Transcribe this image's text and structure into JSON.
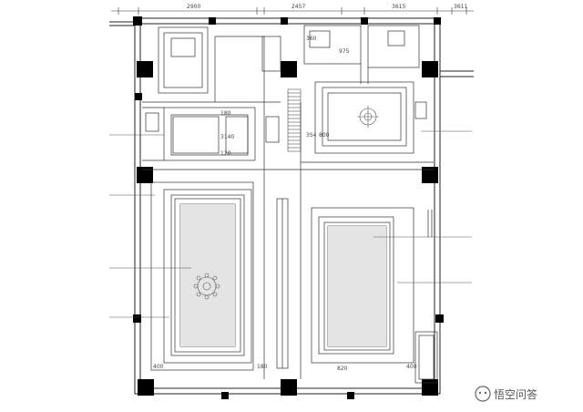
{
  "drawing": {
    "top_dimensions": [
      "2900",
      "2457",
      "3615",
      "3611"
    ],
    "inner_labels": {
      "top_mid": "975",
      "left_v1": "180",
      "left_v2": "3140",
      "left_v3": "120",
      "mid_label": "3S4",
      "mid_label2": "800",
      "stair_dim": "360",
      "lower_l1": "400",
      "lower_l2": "180",
      "lower_r1": "820",
      "lower_r2": "400"
    }
  },
  "watermark": {
    "text": "悟空问答"
  }
}
